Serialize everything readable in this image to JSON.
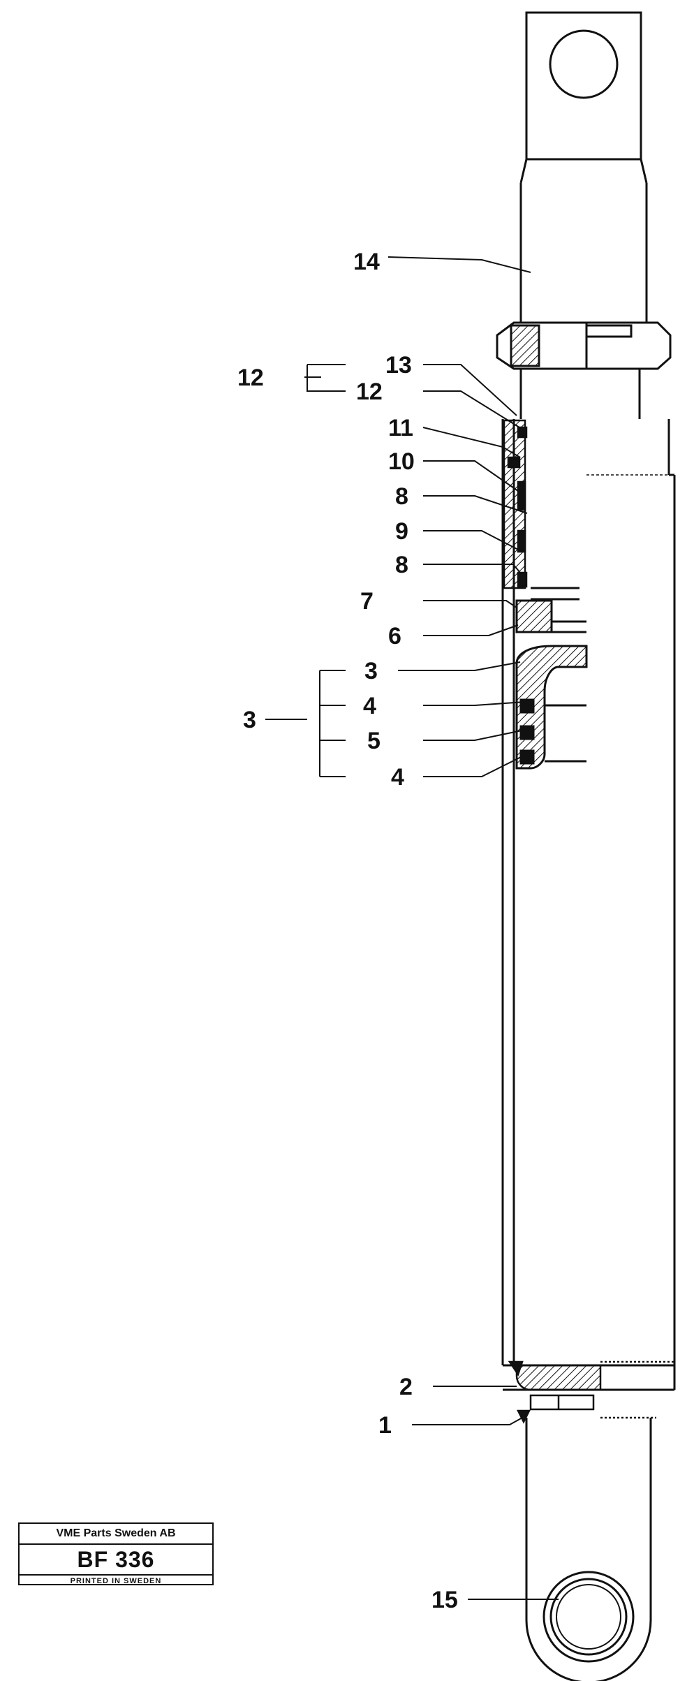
{
  "callouts": {
    "c1": "1",
    "c2": "2",
    "c3_group": "3",
    "c3": "3",
    "c4a": "4",
    "c5": "5",
    "c4b": "4",
    "c6": "6",
    "c7": "7",
    "c8a": "8",
    "c8b": "8",
    "c9": "9",
    "c10": "10",
    "c11": "11",
    "c12_group": "12",
    "c12": "12",
    "c13": "13",
    "c14": "14",
    "c15": "15"
  },
  "stamp": {
    "company": "VME Parts Sweden AB",
    "code": "BF 336",
    "printed": "PRINTED IN SWEDEN"
  }
}
